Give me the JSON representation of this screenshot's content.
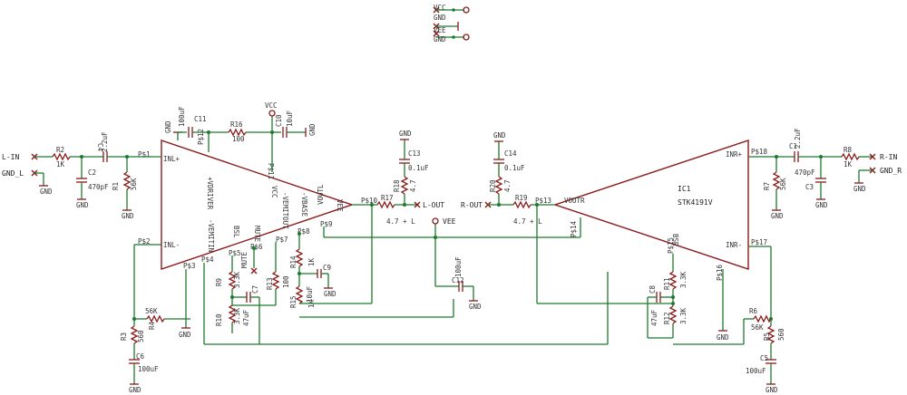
{
  "power": {
    "vcc": "VCC",
    "gnd": "GND",
    "vee": "VEE"
  },
  "ic": {
    "ref": "IC1",
    "part": "STK4191V"
  },
  "net": {
    "l_in": "L-IN",
    "gnd_l": "GND_L",
    "r_in": "R-IN",
    "gnd_r": "GND_R",
    "l_out": "L-OUT",
    "r_out": "R-OUT",
    "vcc": "VCC",
    "vee": "VEE",
    "gnd": "GND",
    "mute": "MUTE"
  },
  "pins": {
    "p1": "P$1",
    "p2": "P$2",
    "p3": "P$3",
    "p4": "P$4",
    "p5": "P$5",
    "p6": "P$6",
    "p7": "P$7",
    "p8": "P$8",
    "p9": "P$9",
    "p10": "P$10",
    "p11": "P$11",
    "p12": "P$12",
    "p13": "P$13",
    "p14": "P$14",
    "p15": "P$15",
    "p16": "P$16",
    "p17": "P$17",
    "p18": "P$18",
    "inl_p": "INL+",
    "inl_m": "INL-",
    "inr_p": "INR+",
    "inr_m": "INR-",
    "vdriver": "+VDRIVER",
    "vemitin": "-VEMITIN",
    "bsl": "BSL",
    "mute": "MUTE",
    "vemitout": "-VEMITOUT",
    "vbase": "-VBASE",
    "vcc": "VCC",
    "voutl": "VOUTL",
    "voutr": "VOUTR",
    "vee": "VEE",
    "bsr": "BSR"
  },
  "parts": {
    "R1": {
      "ref": "R1",
      "val": "56K"
    },
    "R2": {
      "ref": "R2",
      "val": "1K"
    },
    "R3": {
      "ref": "R3",
      "val": "560"
    },
    "R4": {
      "ref": "R4",
      "val": "56K"
    },
    "R5": {
      "ref": "R5",
      "val": "560"
    },
    "R6": {
      "ref": "R6",
      "val": "56K"
    },
    "R7": {
      "ref": "R7",
      "val": "56K"
    },
    "R8": {
      "ref": "R8",
      "val": "1K"
    },
    "R9": {
      "ref": "R9",
      "val": "3.3K"
    },
    "R10": {
      "ref": "R10",
      "val": "3.3K"
    },
    "R11": {
      "ref": "R11",
      "val": "3.3K"
    },
    "R12": {
      "ref": "R12",
      "val": "3.3K"
    },
    "R13": {
      "ref": "R13",
      "val": "100"
    },
    "R14": {
      "ref": "R14",
      "val": "1K"
    },
    "R15": {
      "ref": "R15",
      "val": "1K"
    },
    "R16": {
      "ref": "R16",
      "val": "100"
    },
    "R17": {
      "ref": "R17",
      "val": ""
    },
    "R18": {
      "ref": "R18",
      "val": "4.7"
    },
    "R19": {
      "ref": "R19",
      "val": ""
    },
    "R20": {
      "ref": "R20",
      "val": "4.7"
    },
    "C1": {
      "ref": "C1",
      "val": "2.2uF"
    },
    "C2": {
      "ref": "C2",
      "val": "470pF"
    },
    "C3": {
      "ref": "C3",
      "val": "470pF"
    },
    "C4": {
      "ref": "C4",
      "val": "2.2uF"
    },
    "C5": {
      "ref": "C5",
      "val": "100uF"
    },
    "C6": {
      "ref": "C6",
      "val": "100uF"
    },
    "C7": {
      "ref": "C7",
      "val": "47uF"
    },
    "C8": {
      "ref": "C8",
      "val": "47uF"
    },
    "C9": {
      "ref": "C9",
      "val": "10uF"
    },
    "C10": {
      "ref": "C10",
      "val": "10uF"
    },
    "C11": {
      "ref": "C11",
      "val": "100uF"
    },
    "C12": {
      "ref": "C12",
      "val": "100uF"
    },
    "C13": {
      "ref": "C13",
      "val": "0.1uF"
    },
    "C14": {
      "ref": "C14",
      "val": "0.1uF"
    }
  },
  "notes": {
    "l_note": "4.7 + L",
    "r_note": "4.7 + L"
  }
}
